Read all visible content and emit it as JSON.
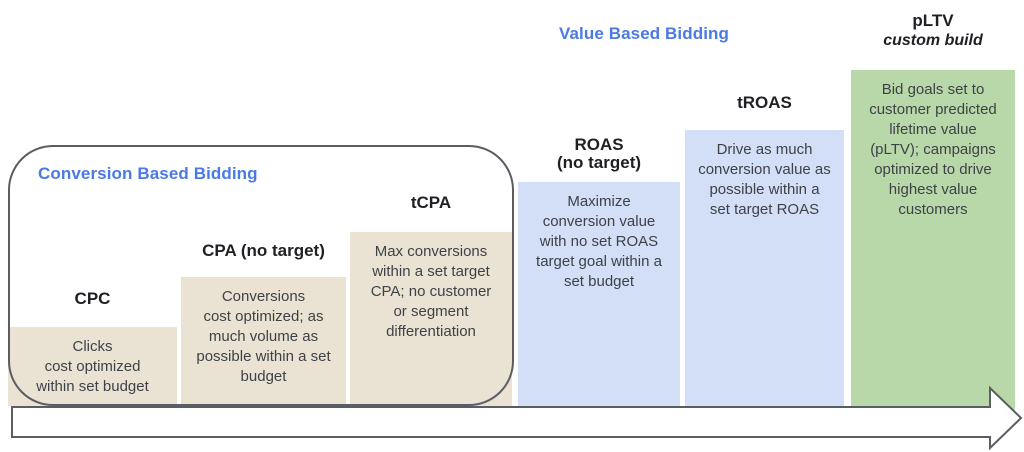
{
  "groups": {
    "conversion_label": "Conversion Based Bidding",
    "value_label": "Value Based Bidding"
  },
  "columns": [
    {
      "id": "cpc",
      "heading": "CPC",
      "body": "Clicks\ncost optimized\nwithin set budget"
    },
    {
      "id": "cpa",
      "heading": "CPA (no target)",
      "body": "Conversions\ncost optimized; as\nmuch volume as\npossible within a set\nbudget"
    },
    {
      "id": "tcpa",
      "heading": "tCPA",
      "body": "Max conversions\nwithin a set target\nCPA; no customer\nor segment\ndifferentiation"
    },
    {
      "id": "roas",
      "heading": "ROAS\n(no target)",
      "body": "Maximize\nconversion value\nwith no set ROAS\ntarget goal within a\nset budget"
    },
    {
      "id": "troas",
      "heading": "tROAS",
      "body": "Drive as much\nconversion value as\npossible within a\nset target ROAS"
    },
    {
      "id": "pltv",
      "heading": "pLTV",
      "subheading": "custom build",
      "body": "Bid goals set to\ncustomer predicted\nlifetime value\n(pLTV); campaigns\noptimized to drive\nhighest value\ncustomers"
    }
  ],
  "colors": {
    "beige": "#EAE3D3",
    "blue_box": "#D3DFF7",
    "green_box": "#B8D8A9",
    "accent_blue": "#4A7AE4",
    "heading_text": "#1E2023",
    "body_text": "#3E4247",
    "outline": "#5A5E63"
  }
}
